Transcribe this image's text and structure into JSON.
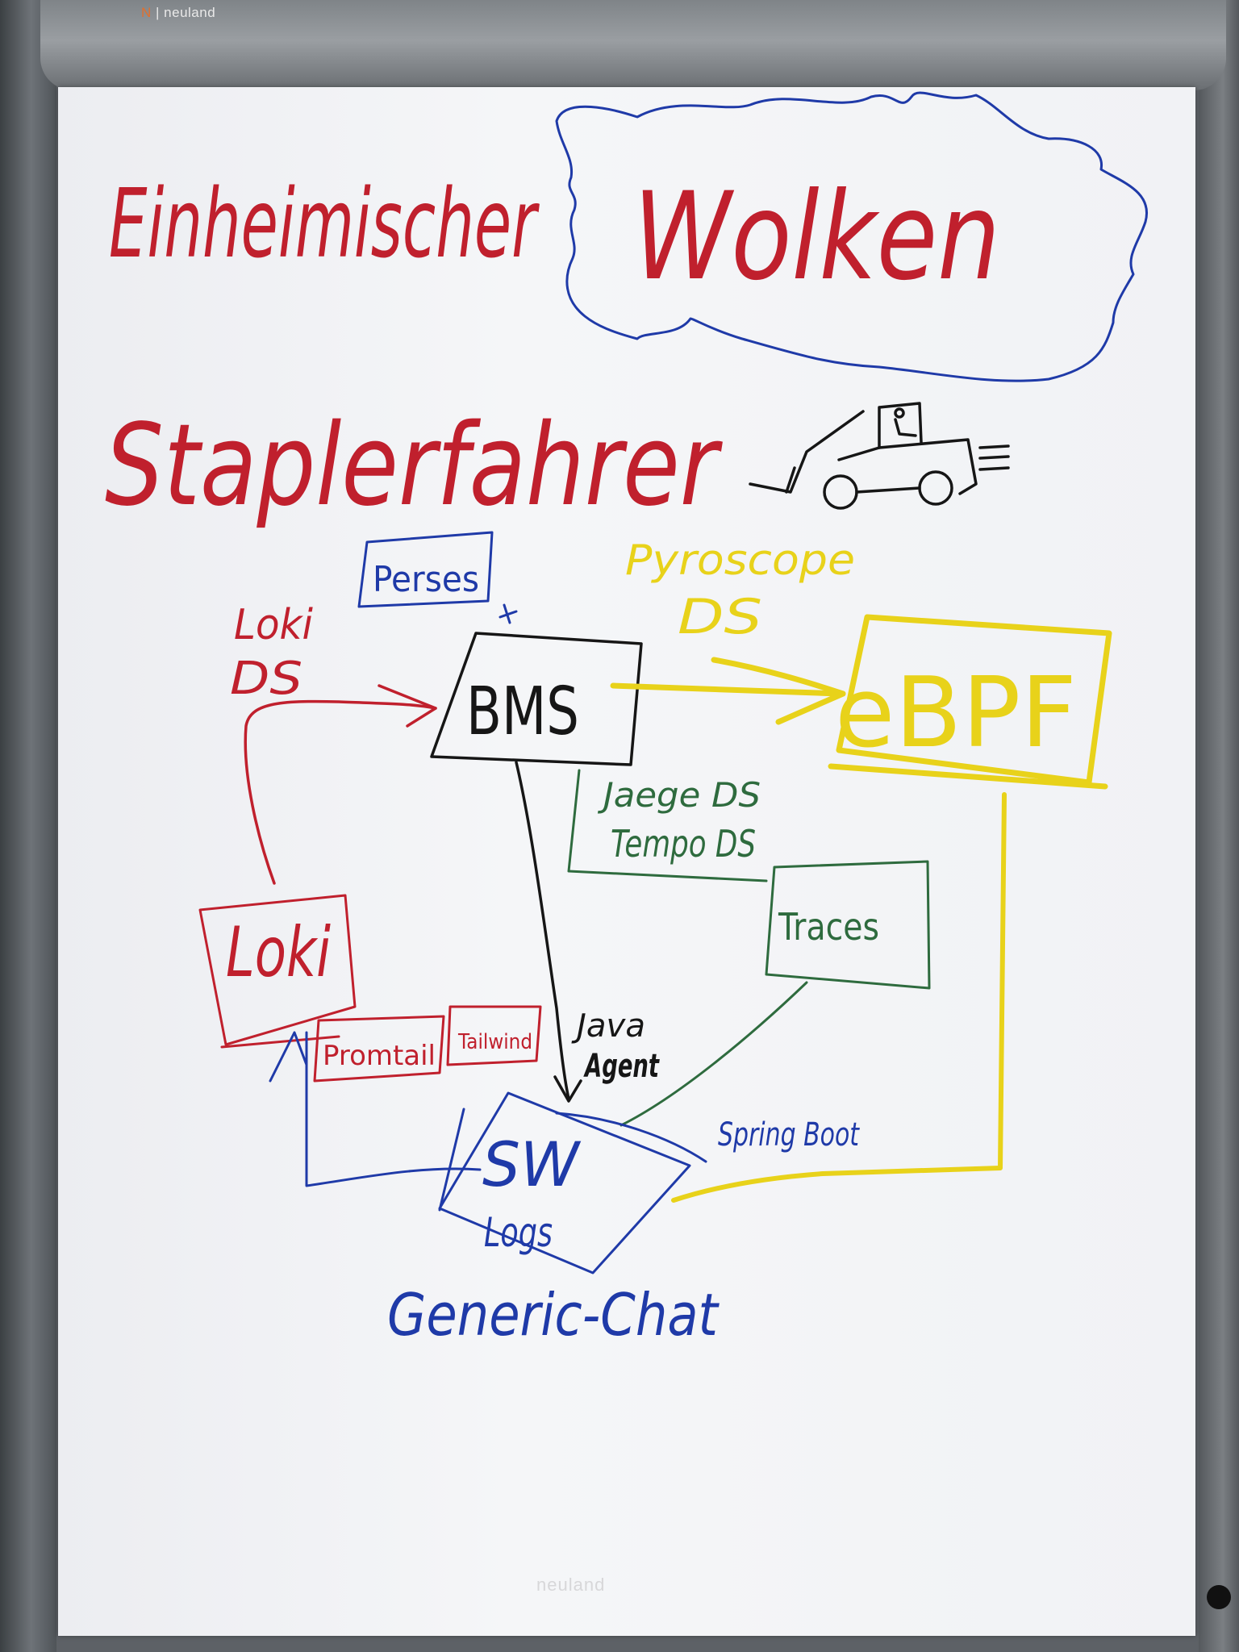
{
  "brand": {
    "name": "neuland",
    "mark": "N"
  },
  "colors": {
    "red": "#c0202d",
    "blue": "#1f3aa8",
    "black": "#161616",
    "green": "#2e6b3e",
    "yellow": "#e8d21a"
  },
  "headings": {
    "line1_left": "Einheimischer",
    "line1_cloud": "Wolken",
    "line2": "Staplerfahrer"
  },
  "nodes": {
    "perses": "Perses",
    "bms": "BMS",
    "ebpf": "eBPF",
    "traces": "Traces",
    "loki": "Loki",
    "promtail": "Promtail",
    "small_box": "Tailwind",
    "sw": "SW",
    "logs": "Logs"
  },
  "labels": {
    "loki_ds_1": "Loki",
    "loki_ds_2": "DS",
    "pyroscope_1": "Pyroscope",
    "pyroscope_2": "DS",
    "jaeger_ds": "Jaege DS",
    "tempo_ds": "Tempo DS",
    "java_1": "Java",
    "java_2": "Agent",
    "spring_boot": "Spring Boot",
    "generic_chat": "Generic-Chat"
  }
}
